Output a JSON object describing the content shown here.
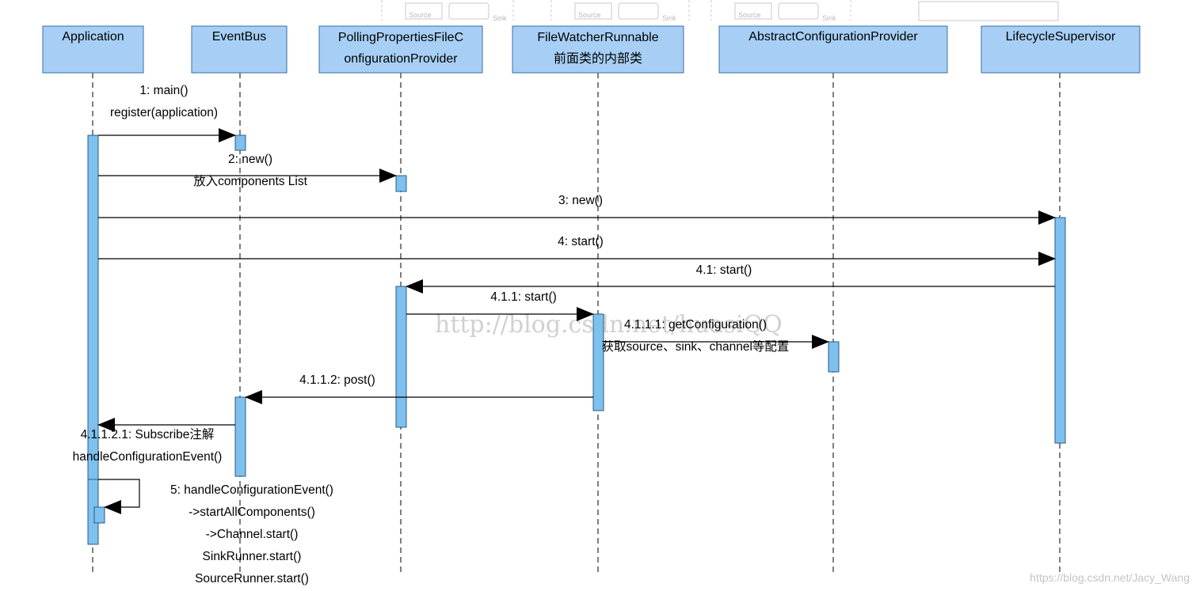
{
  "lifelines": [
    {
      "id": "application",
      "title": "Application"
    },
    {
      "id": "eventbus",
      "title": "EventBus"
    },
    {
      "id": "polling",
      "title": "PollingPropertiesFileC|onfigurationProvider"
    },
    {
      "id": "filewatcher",
      "title": "FileWatcherRunnable|前面类的内部类"
    },
    {
      "id": "abstractconfig",
      "title": "AbstractConfigurationProvider"
    },
    {
      "id": "lifecycle",
      "title": "LifecycleSupervisor"
    }
  ],
  "messages": [
    {
      "id": "m1",
      "from": "application",
      "to": "eventbus",
      "label": "1: main()|register(application)"
    },
    {
      "id": "m2",
      "from": "application",
      "to": "polling",
      "label": "2: new()|放入components List"
    },
    {
      "id": "m3",
      "from": "application",
      "to": "lifecycle",
      "label": "3: new()"
    },
    {
      "id": "m4",
      "from": "application",
      "to": "lifecycle",
      "label": "4: start()"
    },
    {
      "id": "m41",
      "from": "lifecycle",
      "to": "polling",
      "label": "4.1: start()"
    },
    {
      "id": "m411",
      "from": "polling",
      "to": "filewatcher",
      "label": "4.1.1: start()"
    },
    {
      "id": "m4111",
      "from": "filewatcher",
      "to": "abstractconfig",
      "label": "4.1.1.1: getConfiguration()|获取source、sink、channel等配置"
    },
    {
      "id": "m4112",
      "from": "filewatcher",
      "to": "eventbus",
      "label": "4.1.1.2: post()"
    },
    {
      "id": "m41121",
      "from": "eventbus",
      "to": "application",
      "label": "4.1.1.2.1: Subscribe注解|handleConfigurationEvent()"
    },
    {
      "id": "m5",
      "from": "application",
      "to": "application",
      "label": "5: handleConfigurationEvent()|->startAllComponents()|->Channel.start()|SinkRunner.start()|SourceRunner.start()"
    }
  ],
  "faint_strip": {
    "source_label": "Source",
    "sink_label": "Sink"
  },
  "watermarks": {
    "center": "http://blog.csdn.net/huasiQQ",
    "corner": "https://blog.csdn.net/Jacy_Wang"
  }
}
